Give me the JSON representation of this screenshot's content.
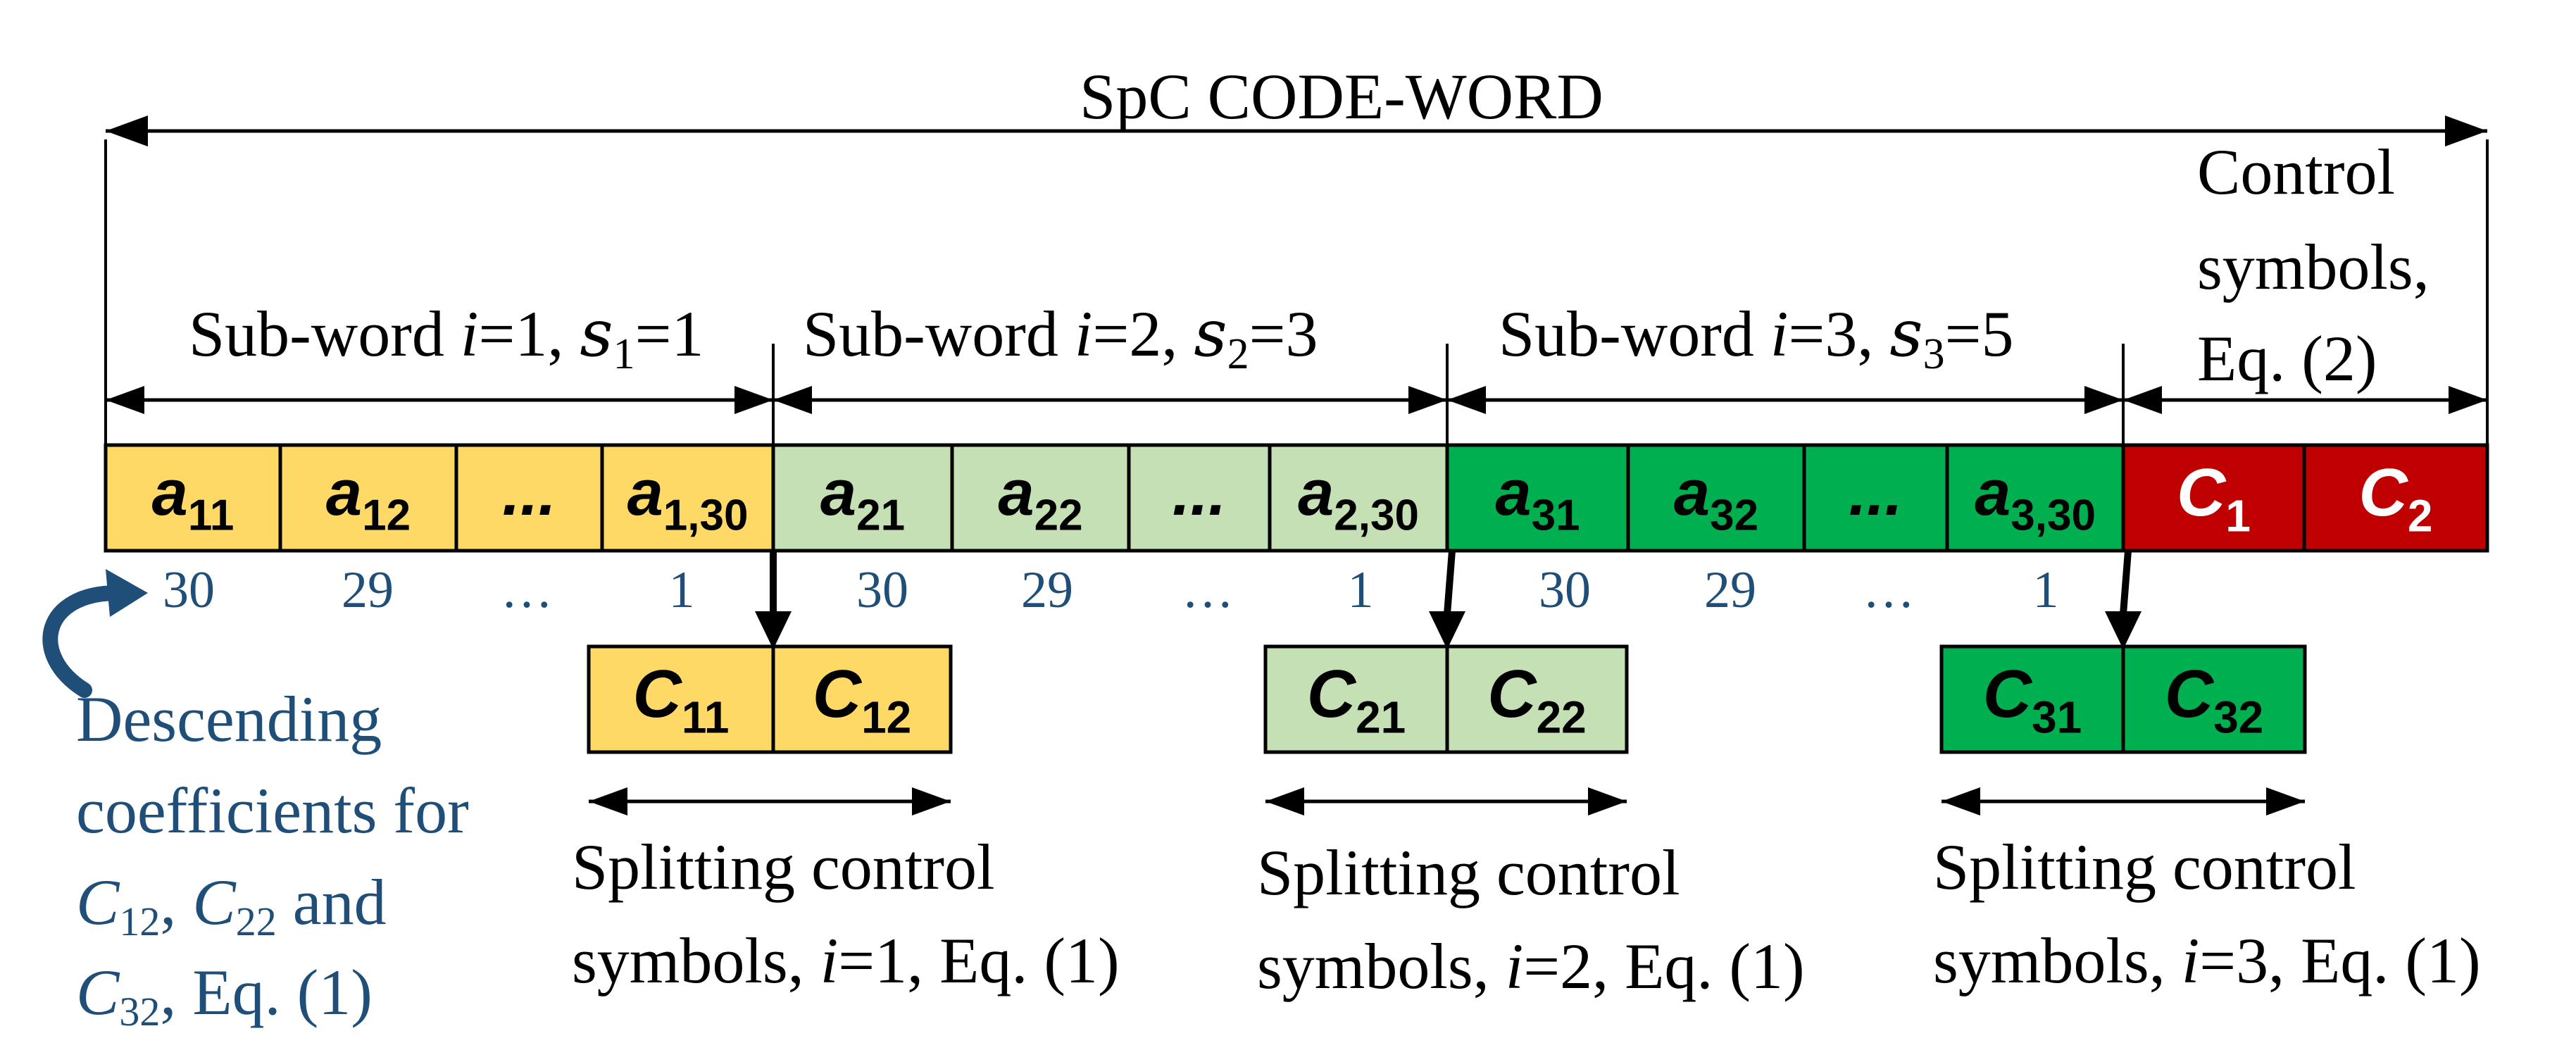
{
  "colors": {
    "subword1": "#ffd966",
    "subword2": "#c5e0b4",
    "subword3": "#00b050",
    "control": "#c00000",
    "accent_blue": "#1f4e79"
  },
  "title": "SpC CODE-WORD",
  "control_label": {
    "line1": "Control",
    "line2": "symbols,",
    "line3": "Eq. (2)"
  },
  "subwords": [
    {
      "label_prefix": "Sub-word ",
      "i_var": "i",
      "i_eq": "=1, ",
      "s_var": "s",
      "s_sub": "1",
      "s_eq": "=1",
      "cells": [
        {
          "base": "a",
          "sub": "11"
        },
        {
          "base": "a",
          "sub": "12"
        },
        {
          "base": "...",
          "sub": ""
        },
        {
          "base": "a",
          "sub": "1,30"
        }
      ],
      "coefficients": [
        "30",
        "29",
        "…",
        "1"
      ],
      "split_cells": [
        {
          "base": "C",
          "sub": "11"
        },
        {
          "base": "C",
          "sub": "12"
        }
      ],
      "split_label_line1": "Splitting control",
      "split_label_line2_prefix": "symbols, ",
      "split_label_i": "i",
      "split_label_line2_suffix": "=1, Eq. (1)"
    },
    {
      "label_prefix": "Sub-word ",
      "i_var": "i",
      "i_eq": "=2, ",
      "s_var": "s",
      "s_sub": "2",
      "s_eq": "=3",
      "cells": [
        {
          "base": "a",
          "sub": "21"
        },
        {
          "base": "a",
          "sub": "22"
        },
        {
          "base": "...",
          "sub": ""
        },
        {
          "base": "a",
          "sub": "2,30"
        }
      ],
      "coefficients": [
        "30",
        "29",
        "…",
        "1"
      ],
      "split_cells": [
        {
          "base": "C",
          "sub": "21"
        },
        {
          "base": "C",
          "sub": "22"
        }
      ],
      "split_label_line1": "Splitting control",
      "split_label_line2_prefix": "symbols, ",
      "split_label_i": "i",
      "split_label_line2_suffix": "=2, Eq. (1)"
    },
    {
      "label_prefix": "Sub-word ",
      "i_var": "i",
      "i_eq": "=3, ",
      "s_var": "s",
      "s_sub": "3",
      "s_eq": "=5",
      "cells": [
        {
          "base": "a",
          "sub": "31"
        },
        {
          "base": "a",
          "sub": "32"
        },
        {
          "base": "...",
          "sub": ""
        },
        {
          "base": "a",
          "sub": "3,30"
        }
      ],
      "coefficients": [
        "30",
        "29",
        "…",
        "1"
      ],
      "split_cells": [
        {
          "base": "C",
          "sub": "31"
        },
        {
          "base": "C",
          "sub": "32"
        }
      ],
      "split_label_line1": "Splitting control",
      "split_label_line2_prefix": "symbols, ",
      "split_label_i": "i",
      "split_label_line2_suffix": "=3, Eq. (1)"
    }
  ],
  "control_cells": [
    {
      "base": "C",
      "sub": "1"
    },
    {
      "base": "C",
      "sub": "2"
    }
  ],
  "note": {
    "line1": "Descending",
    "line2": "coefficients for",
    "line3_c1": "C",
    "line3_c1_sub": "12",
    "line3_sep": ", ",
    "line3_c2": "C",
    "line3_c2_sub": "22",
    "line3_end": " and",
    "line4_c": "C",
    "line4_c_sub": "32",
    "line4_end": ", Eq. (1)"
  }
}
